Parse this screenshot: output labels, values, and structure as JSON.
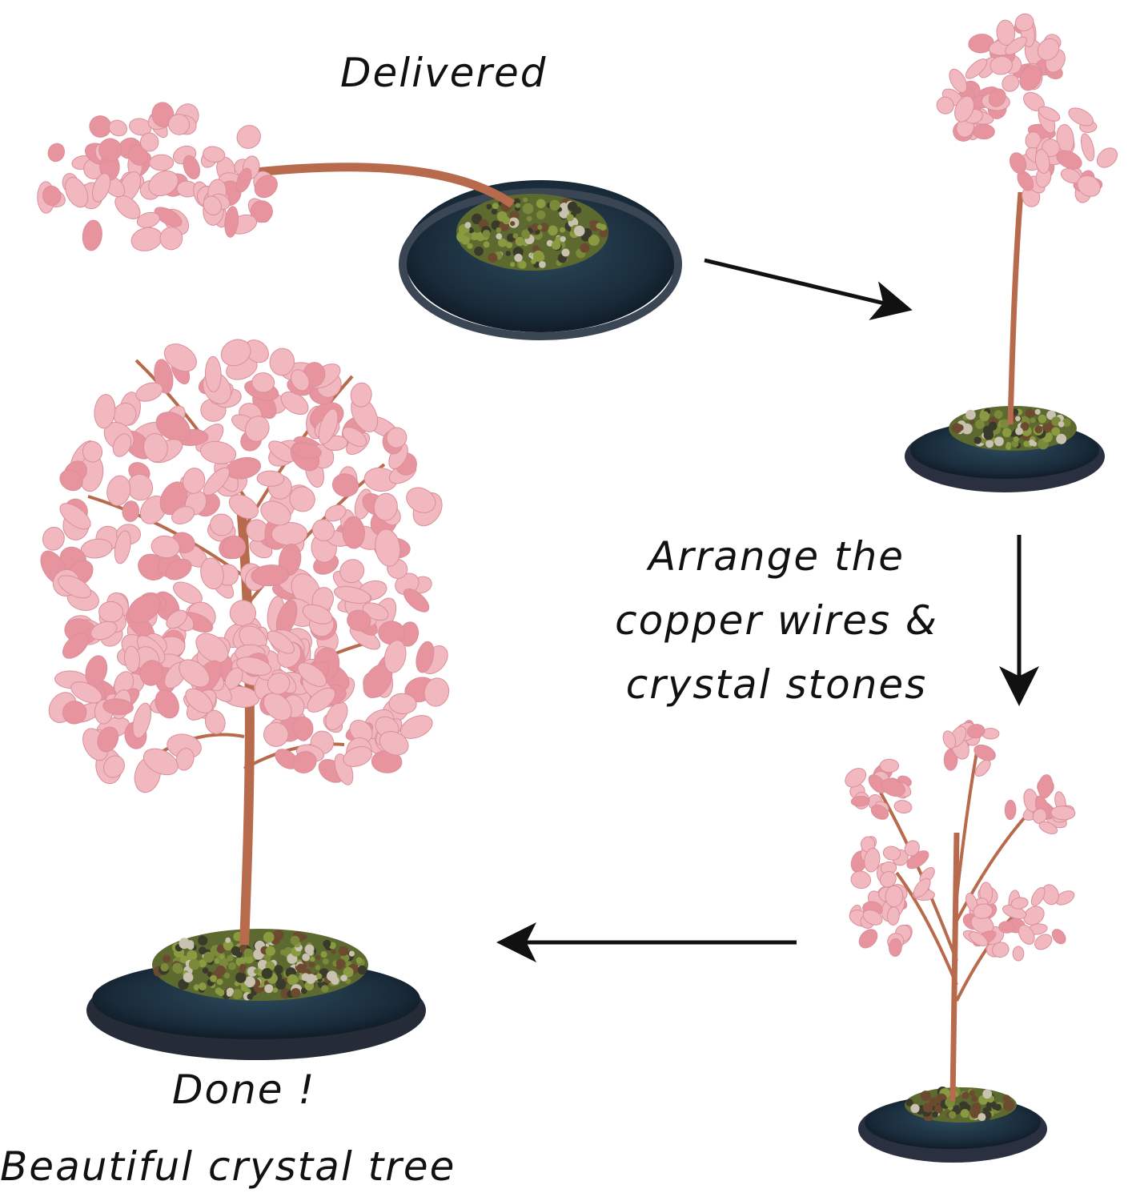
{
  "captions": {
    "delivered": "Delivered",
    "arrange": [
      "Arrange the",
      "copper wires &",
      "crystal stones"
    ],
    "done": "Done !",
    "beautiful": "Beautiful crystal tree"
  },
  "colors": {
    "rose_quartz": "#f2b8c0",
    "rose_quartz_dark": "#e7949f",
    "copper": "#b86a4c",
    "agate": "#1b2a3a",
    "peridot": "#7a8a3a",
    "arrow": "#111111"
  }
}
